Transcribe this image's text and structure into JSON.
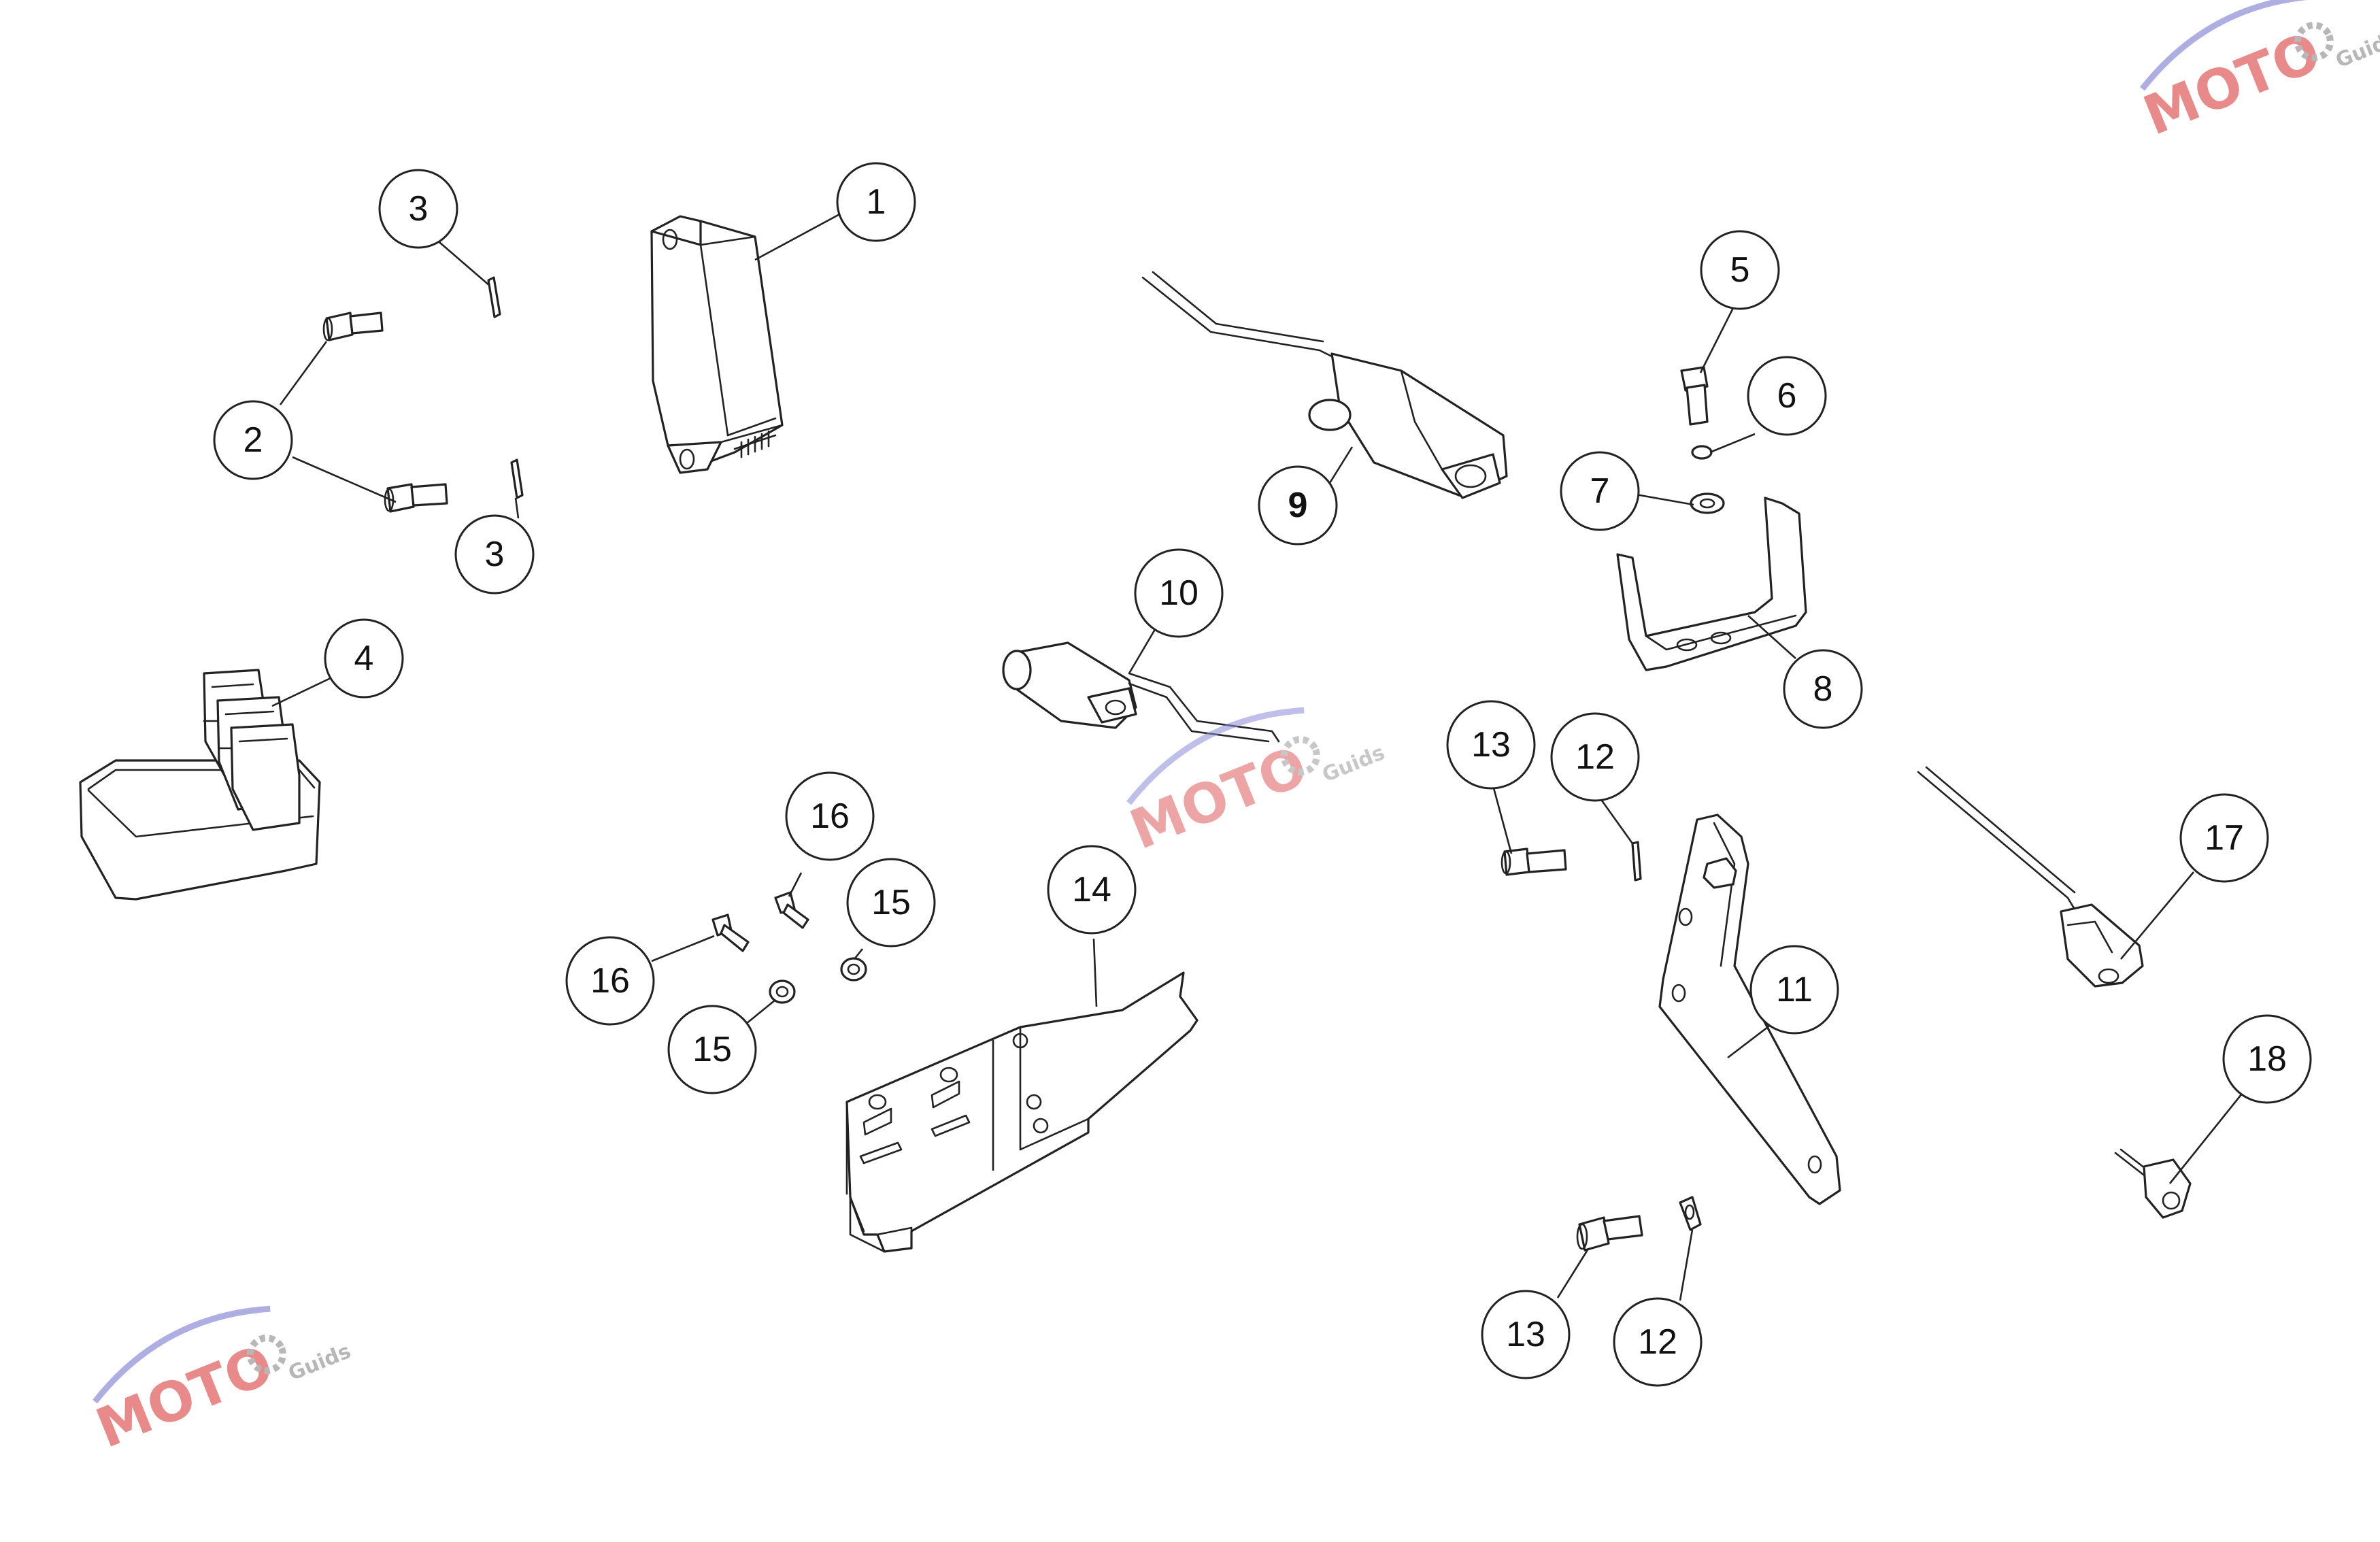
{
  "diagram": {
    "type": "exploded-parts-diagram",
    "callouts": [
      {
        "id": "c1",
        "label": "1"
      },
      {
        "id": "c2",
        "label": "2"
      },
      {
        "id": "c3a",
        "label": "3"
      },
      {
        "id": "c3b",
        "label": "3"
      },
      {
        "id": "c4",
        "label": "4"
      },
      {
        "id": "c5",
        "label": "5"
      },
      {
        "id": "c6",
        "label": "6"
      },
      {
        "id": "c7",
        "label": "7"
      },
      {
        "id": "c8",
        "label": "8"
      },
      {
        "id": "c9",
        "label": "9",
        "bold": true
      },
      {
        "id": "c10",
        "label": "10"
      },
      {
        "id": "c11",
        "label": "11"
      },
      {
        "id": "c12a",
        "label": "12"
      },
      {
        "id": "c12b",
        "label": "12"
      },
      {
        "id": "c13a",
        "label": "13"
      },
      {
        "id": "c13b",
        "label": "13"
      },
      {
        "id": "c14",
        "label": "14"
      },
      {
        "id": "c15a",
        "label": "15"
      },
      {
        "id": "c15b",
        "label": "15"
      },
      {
        "id": "c16a",
        "label": "16"
      },
      {
        "id": "c16b",
        "label": "16"
      },
      {
        "id": "c17",
        "label": "17"
      },
      {
        "id": "c18",
        "label": "18"
      }
    ]
  },
  "watermark": {
    "brand": "MOTO",
    "sub": "Guids",
    "colors": {
      "brand": "#e05a5a",
      "accent": "#8c8cd8",
      "gear": "#9a9a9a"
    }
  }
}
